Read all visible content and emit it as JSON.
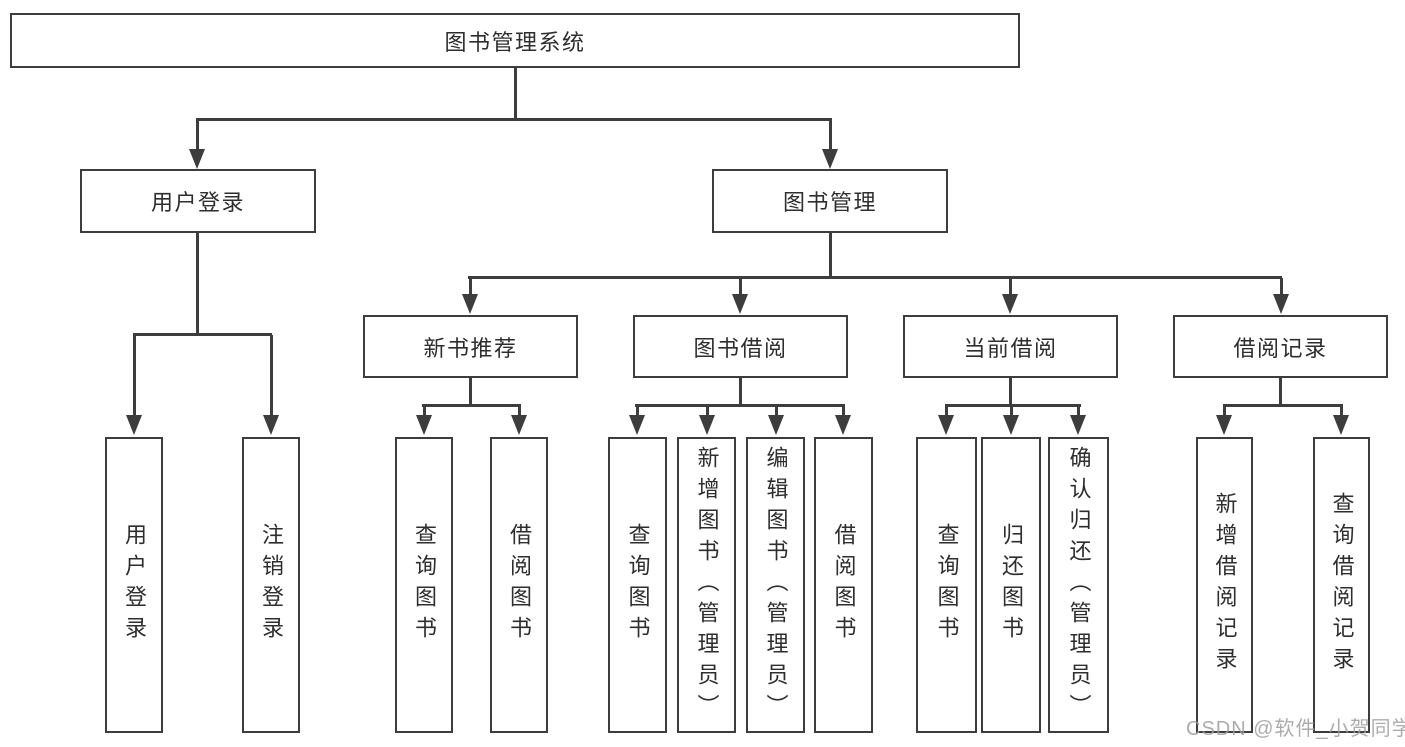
{
  "diagram": {
    "title": "图书管理系统",
    "user_login": {
      "label": "用户登录",
      "children": [
        {
          "label": "用户登录"
        },
        {
          "label": "注销登录"
        }
      ]
    },
    "book_mgmt": {
      "label": "图书管理",
      "sections": [
        {
          "label": "新书推荐",
          "children": [
            {
              "label": "查询图书"
            },
            {
              "label": "借阅图书"
            }
          ]
        },
        {
          "label": "图书借阅",
          "children": [
            {
              "label": "查询图书"
            },
            {
              "label": "新增图书（管理员）"
            },
            {
              "label": "编辑图书（管理员）"
            },
            {
              "label": "借阅图书"
            }
          ]
        },
        {
          "label": "当前借阅",
          "children": [
            {
              "label": "查询图书"
            },
            {
              "label": "归还图书"
            },
            {
              "label": "确认归还（管理员）"
            }
          ]
        },
        {
          "label": "借阅记录",
          "children": [
            {
              "label": "新增借阅记录"
            },
            {
              "label": "查询借阅记录"
            }
          ]
        }
      ]
    },
    "line_color": "#3d3d3d",
    "background_color": "#ffffff"
  },
  "watermark": {
    "text": "CSDN @软件_小贺同学"
  }
}
